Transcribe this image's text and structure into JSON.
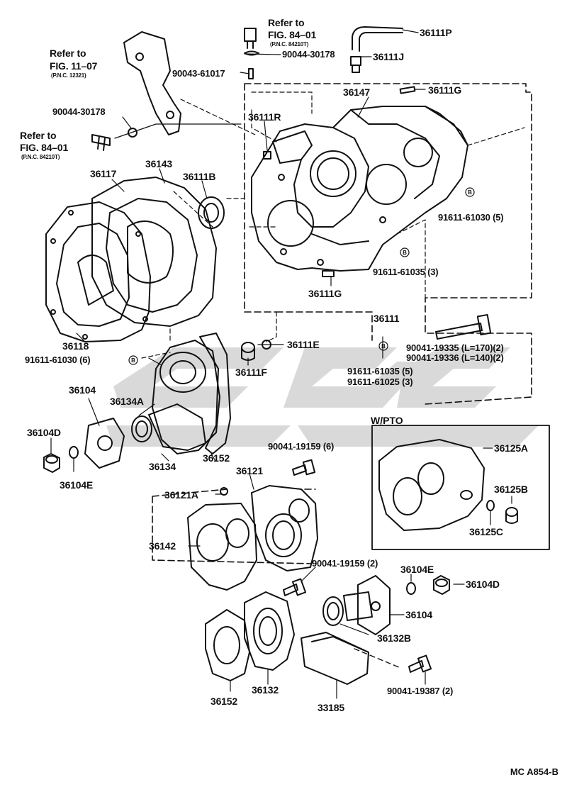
{
  "refs": [
    {
      "refer": "Refer to",
      "fig": "FIG. 84–01",
      "pnc": "(P.N.C. 84210T)"
    },
    {
      "refer": "Refer to",
      "fig": "FIG. 11–07",
      "pnc": "(P.N.C. 12321)"
    },
    {
      "refer": "Refer to",
      "fig": "FIG. 84–01",
      "pnc": "(P.N.C. 84210T)"
    }
  ],
  "labels": {
    "p36111P": "36111P",
    "p90044_30178_top": "90044-30178",
    "p36111J": "36111J",
    "p90043_61017": "90043-61017",
    "p36147": "36147",
    "p36111G_top": "36111G",
    "p90044_30178_left": "90044-30178",
    "p36111R": "36111R",
    "p36117": "36117",
    "p36143": "36143",
    "p36111B": "36111B",
    "p91611_61030_5": "91611-61030 (5)",
    "p91611_61035_3": "91611-61035 (3)",
    "p36111G_mid": "36111G",
    "p36111": "36111",
    "p36118": "36118",
    "p90041_19335": "90041-19335 (L=170)(2)",
    "p90041_19336": "90041-19336 (L=140)(2)",
    "p91611_61030_6": "91611-61030 (6)",
    "p36111E": "36111E",
    "p36111F": "36111F",
    "p91611_61035_5": "91611-61035 (5)",
    "p91611_61025_3": "91611-61025 (3)",
    "p36104": "36104",
    "p36134A": "36134A",
    "p36104D_left": "36104D",
    "p36104E_left": "36104E",
    "p36134": "36134",
    "p36152_top": "36152",
    "p90041_19159_6": "90041-19159 (6)",
    "p36121": "36121",
    "p36121A": "36121A",
    "p36142": "36142",
    "p90041_19159_2": "90041-19159 (2)",
    "p36104E_right": "36104E",
    "p36104D_right": "36104D",
    "p36104_right": "36104",
    "p36132B": "36132B",
    "p36152_bottom": "36152",
    "p36132": "36132",
    "p33185": "33185",
    "p90041_19387": "90041-19387 (2)",
    "p36125A": "36125A",
    "p36125B": "36125B",
    "p36125C": "36125C"
  },
  "pto_box": {
    "title": "W/PTO"
  },
  "bolt_mark": "B",
  "footer": "MC A854-B"
}
